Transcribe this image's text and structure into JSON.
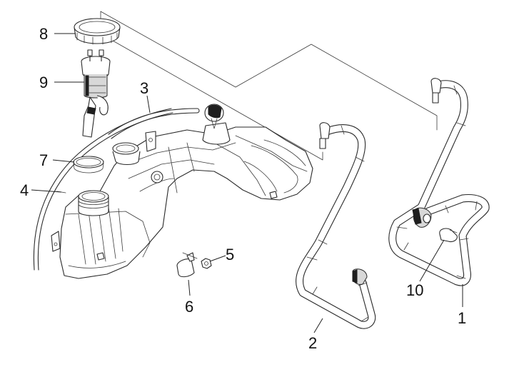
{
  "diagram": {
    "type": "exploded-parts-diagram",
    "subject": "fuel tank assembly",
    "colors": {
      "line": "#2a2a2a",
      "background": "#ffffff",
      "label": "#111111"
    },
    "callouts": [
      {
        "id": "1",
        "label": "1",
        "part": "fuel hose (right loop)"
      },
      {
        "id": "2",
        "label": "2",
        "part": "fuel hose (S-shaped)"
      },
      {
        "id": "3",
        "label": "3",
        "part": "breather hose"
      },
      {
        "id": "4",
        "label": "4",
        "part": "drain hose"
      },
      {
        "id": "5",
        "label": "5",
        "part": "nut"
      },
      {
        "id": "6",
        "label": "6",
        "part": "bracket clip"
      },
      {
        "id": "7",
        "label": "7",
        "part": "filler neck seal ring"
      },
      {
        "id": "8",
        "label": "8",
        "part": "fuel pump lock ring"
      },
      {
        "id": "9",
        "label": "9",
        "part": "fuel pump assembly"
      },
      {
        "id": "10",
        "label": "10",
        "part": "hose clamp"
      }
    ]
  }
}
